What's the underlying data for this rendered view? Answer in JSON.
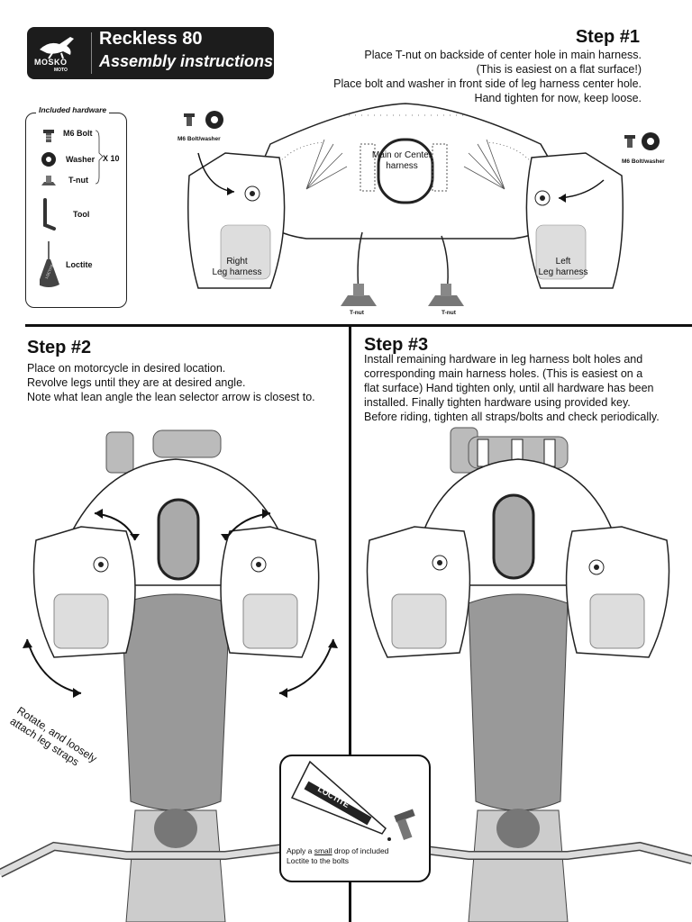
{
  "header": {
    "brand_name": "MOSKO",
    "brand_sub": "MOTO",
    "product": "Reckless 80",
    "subtitle": "Assembly instructions"
  },
  "hardware": {
    "title": "Included hardware",
    "bolt": "M6 Bolt",
    "washer": "Washer",
    "tnut": "T-nut",
    "quantity": "X 10",
    "tool": "Tool",
    "loctite": "Loctite"
  },
  "step1": {
    "heading": "Step #1",
    "lines": [
      "Place T-nut on backside of center hole in main harness.",
      "(This is easiest on a flat surface!)",
      "Place bolt and washer in front side of leg harness center hole.",
      "Hand tighten for now, keep loose."
    ],
    "bolt_label_left": "M6 Bolt/washer",
    "bolt_label_right": "M6 Bolt/washer",
    "center_label_1": "Main or Center",
    "center_label_2": "harness",
    "right_leg_1": "Right",
    "right_leg_2": "Leg harness",
    "left_leg_1": "Left",
    "left_leg_2": "Leg harness",
    "tnut_left": "T-nut",
    "tnut_right": "T-nut"
  },
  "step2": {
    "heading": "Step #2",
    "lines": [
      "Place on motorcycle in desired location.",
      "Revolve legs until they are at desired angle.",
      "Note what lean angle the lean selector arrow is closest to."
    ],
    "rotate_1": "Rotate, and loosely",
    "rotate_2": "attach leg straps"
  },
  "step3": {
    "heading": "Step #3",
    "lines": [
      "Install remaining hardware in leg harness bolt holes and",
      "corresponding main harness holes.  (This is easiest on a",
      "flat surface) Hand tighten only, until all hardware has been",
      "installed. Finally tighten hardware using provided key.",
      "Before riding, tighten all straps/bolts and check periodically."
    ]
  },
  "loctite_callout": {
    "brand": "LOCTITE",
    "line1_pre": "Apply a ",
    "line1_em": "small",
    "line1_post": " drop of included",
    "line2": "Loctite to the bolts"
  }
}
